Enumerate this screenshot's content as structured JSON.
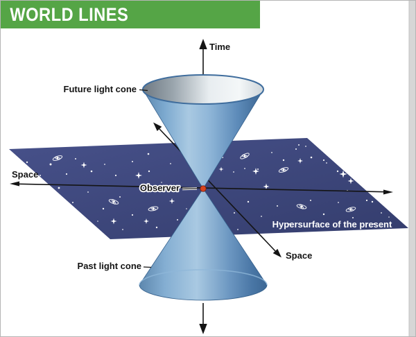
{
  "header": {
    "title": "WORLD LINES"
  },
  "labels": {
    "time": "Time",
    "future_cone": "Future light cone",
    "space_left": "Space",
    "observer": "Observer",
    "hypersurface": "Hypersurface of the present",
    "past_cone": "Past light cone",
    "space_lower": "Space"
  },
  "colors": {
    "banner-green": "#55a546",
    "plane-navy": "#3d4778",
    "cone-blue": "#5d8fc0",
    "observer-red": "#d9441f",
    "axis-ink": "#141414"
  }
}
